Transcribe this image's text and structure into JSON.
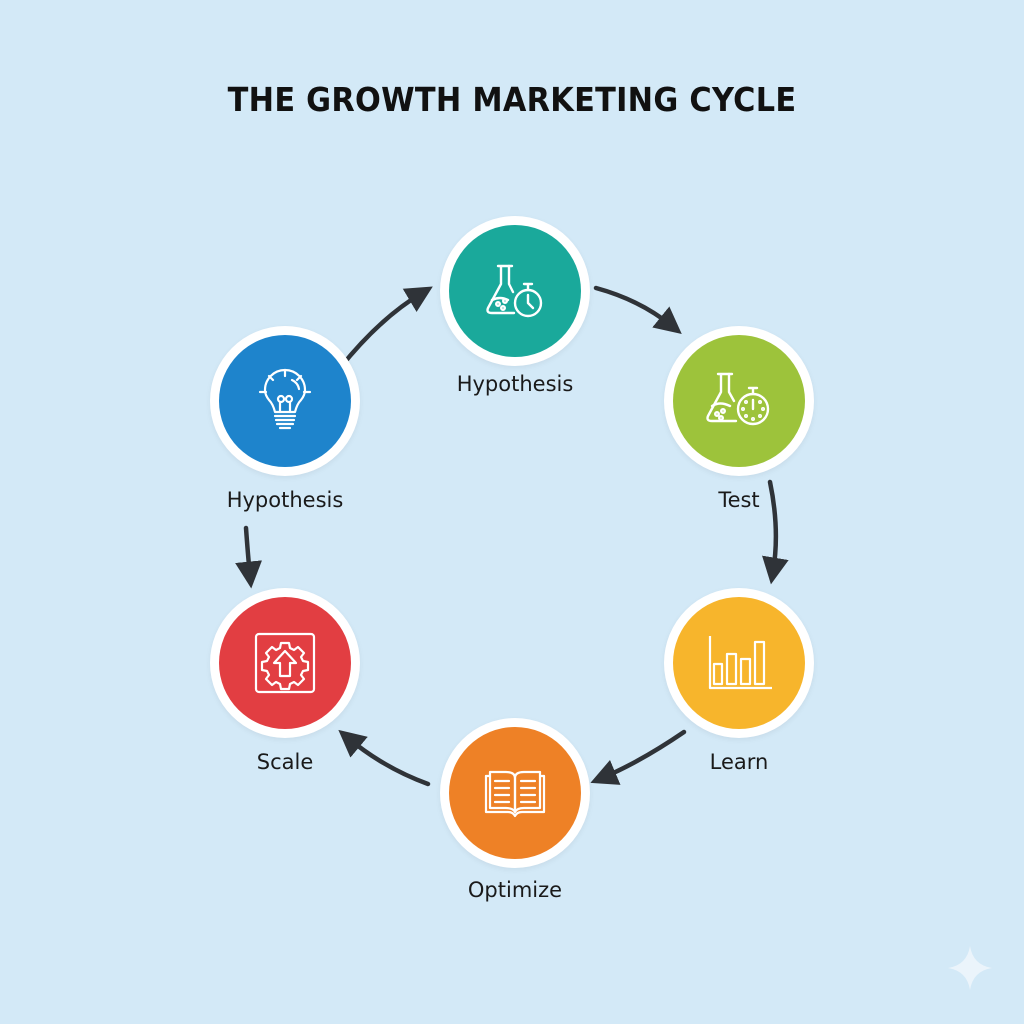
{
  "title": "THE GROWTH MARKETING CYCLE",
  "background_color": "#d3e9f7",
  "arrow_color": "#2f3338",
  "nodes": [
    {
      "id": "hypothesis-top",
      "label": "Hypothesis",
      "icon": "flask-stopwatch-icon",
      "color": "#1aa99b"
    },
    {
      "id": "test",
      "label": "Test",
      "icon": "flask-stopwatch-icon",
      "color": "#9dc33b"
    },
    {
      "id": "learn",
      "label": "Learn",
      "icon": "bar-chart-icon",
      "color": "#f7b52c"
    },
    {
      "id": "optimize",
      "label": "Optimize",
      "icon": "open-book-icon",
      "color": "#ee8126"
    },
    {
      "id": "scale",
      "label": "Scale",
      "icon": "gear-arrow-up-icon",
      "color": "#e23e42"
    },
    {
      "id": "hypothesis-left",
      "label": "Hypothesis",
      "icon": "lightbulb-icon",
      "color": "#1e84cc"
    }
  ],
  "flow": [
    "Hypothesis (left) → Hypothesis (top)",
    "Hypothesis (top) → Test",
    "Test → Learn",
    "Learn → Optimize",
    "Optimize → Scale",
    "Hypothesis (left) → Scale"
  ],
  "watermark_icon": "sparkle-icon"
}
